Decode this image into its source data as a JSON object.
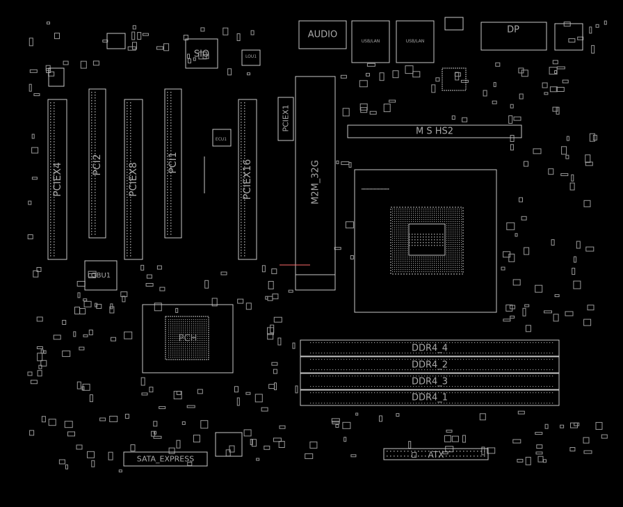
{
  "labels": {
    "audio": "AUDIO",
    "dp": "DP",
    "sio": "SIO",
    "pciex4": "PCIEX4",
    "pci2": "PCI2",
    "pciex8": "PCIEX8",
    "pci1": "PCI1",
    "pciex16": "PCIEX16",
    "pciex1": "PCIEX1",
    "m2m": "M2M_32G",
    "gbu1": "GBU1",
    "pch": "PCH",
    "ddr4_4": "DDR4_4",
    "ddr4_2": "DDR4_2",
    "ddr4_3": "DDR4_3",
    "ddr4_1": "DDR4_1",
    "atx": "ATX",
    "sata_express": "SATA_EXPRESS",
    "mos_hs2": "M S HS2",
    "usb_lan_1": "USB/LAN",
    "usb_lan_2": "USB/LAN",
    "lou1": "LOU1",
    "ecu1": "ECU1"
  },
  "colors": {
    "background": "#000000",
    "trace": "#b8b8b8",
    "accent": "#ff6b6b"
  }
}
